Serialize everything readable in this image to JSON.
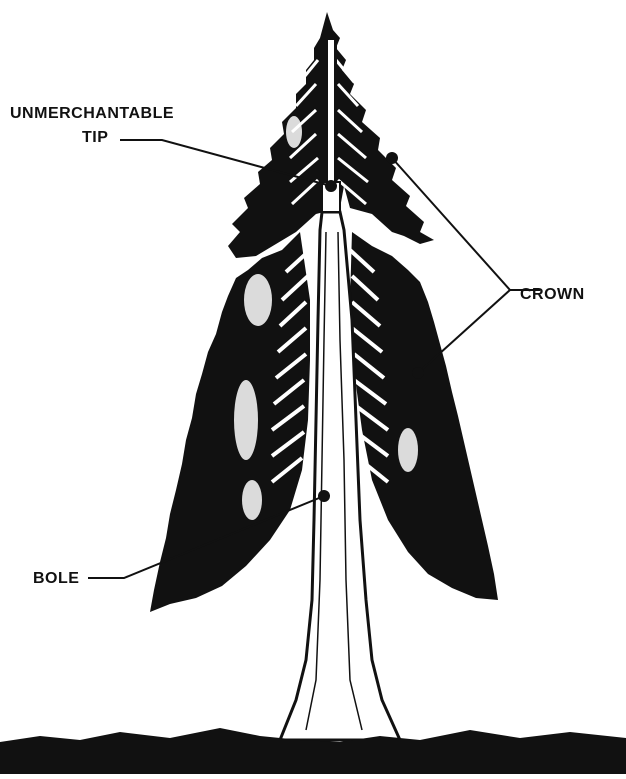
{
  "labels": {
    "unmerchantable_line1": "UNMERCHANTABLE",
    "unmerchantable_line2": "TIP",
    "crown": "CROWN",
    "bole": "BOLE"
  },
  "colors": {
    "ink": "#111111",
    "paper": "#ffffff"
  }
}
